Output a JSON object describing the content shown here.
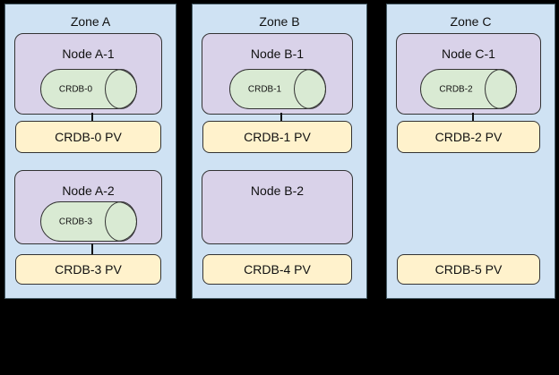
{
  "diagram": {
    "zones": [
      {
        "label": "Zone A",
        "nodes": [
          {
            "label": "Node A-1",
            "pod": "CRDB-0"
          },
          {
            "label": "Node A-2",
            "pod": "CRDB-3"
          }
        ],
        "pvs": [
          {
            "label": "CRDB-0 PV"
          },
          {
            "label": "CRDB-3 PV"
          }
        ]
      },
      {
        "label": "Zone B",
        "nodes": [
          {
            "label": "Node B-1",
            "pod": "CRDB-1"
          },
          {
            "label": "Node B-2"
          }
        ],
        "pvs": [
          {
            "label": "CRDB-1 PV"
          },
          {
            "label": "CRDB-4 PV"
          }
        ]
      },
      {
        "label": "Zone C",
        "nodes": [
          {
            "label": "Node C-1",
            "pod": "CRDB-2"
          }
        ],
        "pvs": [
          {
            "label": "CRDB-2 PV"
          },
          {
            "label": "CRDB-5 PV"
          }
        ]
      }
    ],
    "colors": {
      "background": "#000000",
      "zone_fill": "#cfe2f3",
      "node_fill": "#d9d2e9",
      "pod_fill": "#d9ead3",
      "pv_fill": "#fff2cc",
      "border": "#333333"
    }
  }
}
